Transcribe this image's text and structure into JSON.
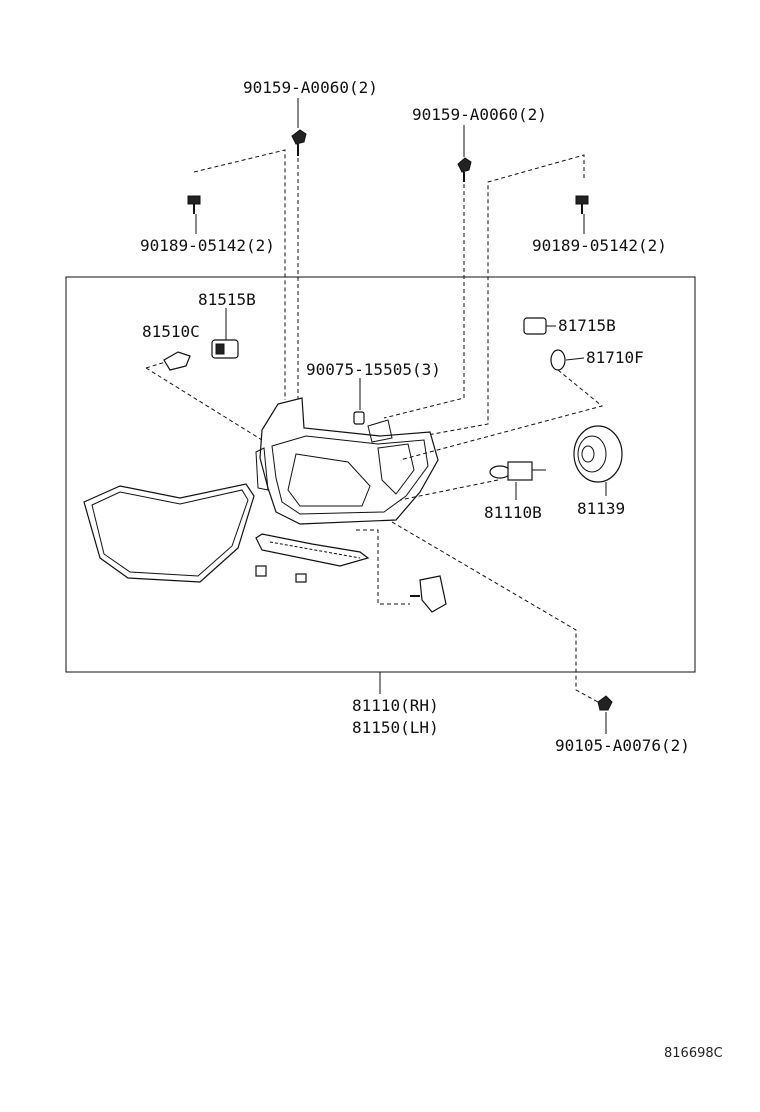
{
  "labels": {
    "screw_top_left": "90159-A0060(2)",
    "screw_top_mid": "90159-A0060(2)",
    "screw_left": "90189-05142(2)",
    "screw_right": "90189-05142(2)",
    "socket_81515b": "81515B",
    "bulb_81510c": "81510C",
    "bulb_81715b": "81715B",
    "bulb_81710f": "81710F",
    "clip_90075": "90075-15505(3)",
    "bulb_81110b": "81110B",
    "cap_81139": "81139",
    "assembly_rh": "81110(RH)",
    "assembly_lh": "81150(LH)",
    "screw_bottom": "90105-A0076(2)",
    "diagram_code": "816698C"
  }
}
